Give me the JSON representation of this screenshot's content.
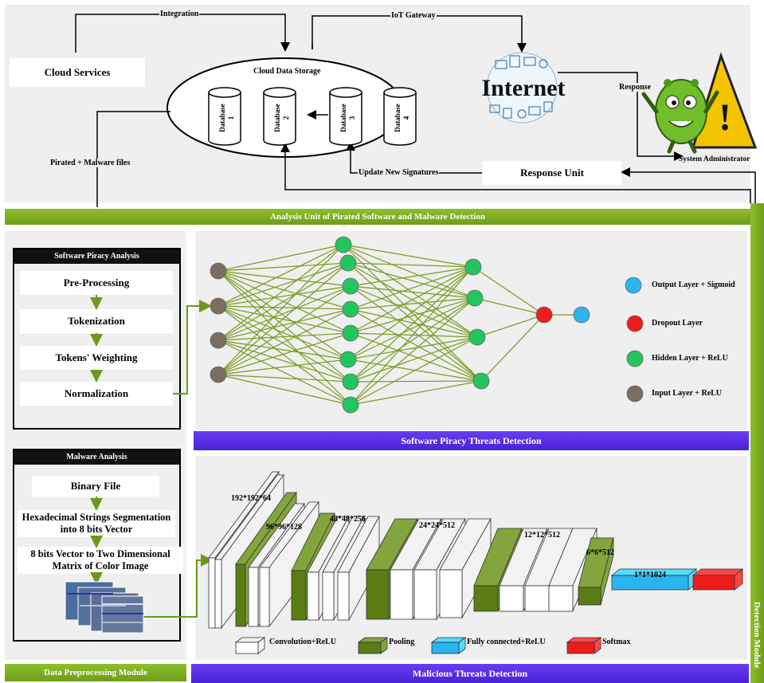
{
  "top": {
    "cloud_services": "Cloud Services",
    "cloud_storage_title": "Cloud Data Storage",
    "databases": [
      "Database\n1",
      "Database\n2",
      "Database\n3",
      "Database\n4"
    ],
    "internet": "Internet",
    "system_admin": "System Administrator",
    "response_unit": "Response Unit",
    "arrows": {
      "integration": "Integration",
      "iot_gateway": "IoT Gateway",
      "response": "Response",
      "update_signatures": "Update New Signatures",
      "pirated_malware": "Pirated + Malware files"
    }
  },
  "analysis_bar": "Analysis Unit of Pirated Software and Malware Detection",
  "detection_module": "Detection Module",
  "software_piracy": {
    "title": "Software Piracy Analysis",
    "steps": [
      "Pre-Processing",
      "Tokenization",
      "Tokens' Weighting",
      "Normalization"
    ]
  },
  "malware": {
    "title": "Malware Analysis",
    "steps": [
      "Binary File",
      "Hexadecimal Strings Segmentation into 8 bits Vector",
      "8 bits Vector to Two Dimensional Matrix of Color Image"
    ]
  },
  "data_preprocessing": "Data Preprocessing Module",
  "nn_legend": [
    {
      "label": "Output Layer + Sigmoid",
      "color": "#2ab4f0"
    },
    {
      "label": "Dropout Layer",
      "color": "#ee1c1c"
    },
    {
      "label": "Hidden Layer + ReLU",
      "color": "#22c55e"
    },
    {
      "label": "Input Layer + ReLU",
      "color": "#7a6e5e"
    }
  ],
  "software_threats_bar": "Software Piracy Threats Detection",
  "cnn": {
    "sizes": [
      "192*192*64",
      "96*96*128",
      "48*48*256",
      "24*24*512",
      "12*12*512",
      "6*6*512",
      "1*1*1024"
    ],
    "legend": [
      {
        "label": "Convolution+ReLU",
        "color": "#ffffff"
      },
      {
        "label": "Pooling",
        "color": "#5a7d15"
      },
      {
        "label": "Fully connected+ReLU",
        "color": "#2ab4f0"
      },
      {
        "label": "Softmax",
        "color": "#ee1c1c"
      }
    ]
  },
  "malicious_threats_bar": "Malicious Threats Detection"
}
